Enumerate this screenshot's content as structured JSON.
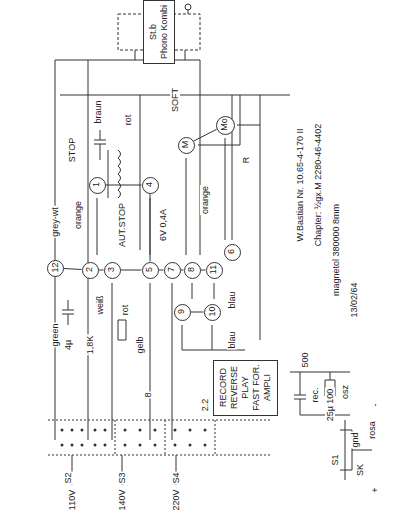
{
  "diagram": {
    "nodes": [
      {
        "text": [
          "St.b",
          "Phono Kombi"
        ]
      },
      {
        "text": [
          "12"
        ]
      },
      {
        "text": [
          "1"
        ]
      },
      {
        "text": [
          "2"
        ]
      },
      {
        "text": [
          "3"
        ]
      },
      {
        "text": [
          "4"
        ]
      },
      {
        "text": [
          "5"
        ]
      },
      {
        "text": [
          "7"
        ]
      },
      {
        "text": [
          "8"
        ]
      },
      {
        "text": [
          "9"
        ]
      },
      {
        "text": [
          "10"
        ]
      },
      {
        "text": [
          "11"
        ]
      },
      {
        "text": [
          "6"
        ]
      },
      {
        "text": [
          "M"
        ]
      },
      {
        "text": [
          "Mo"
        ]
      },
      {
        "text": [
          "RECORD",
          "REVERSE",
          "PLAY",
          "FAST FOR.",
          "AMPLI"
        ]
      }
    ],
    "edges": [
      {
        "from": 1,
        "to": 3,
        "arrow": "none"
      },
      {
        "from": 3,
        "to": 4,
        "arrow": "none"
      },
      {
        "from": 4,
        "to": 6,
        "arrow": "none"
      },
      {
        "from": 6,
        "to": 7,
        "arrow": "none"
      },
      {
        "from": 7,
        "to": 8,
        "arrow": "none"
      },
      {
        "from": 8,
        "to": 11,
        "arrow": "none"
      },
      {
        "from": 2,
        "to": 5,
        "arrow": "none"
      },
      {
        "from": 5,
        "to": 6,
        "arrow": "none"
      },
      {
        "from": 13,
        "to": 14,
        "arrow": "none"
      },
      {
        "from": 9,
        "to": 10,
        "arrow": "none"
      }
    ],
    "labels": [
      "green",
      "grey-wt",
      "STOP",
      "orange",
      "braun",
      "AUT.STOP",
      "rot",
      "6V 0,4A",
      "SOFT",
      "orange",
      "weiß",
      "rot",
      "gelb",
      "blau",
      "blau",
      "R",
      "1,8K",
      "4µ",
      "S2",
      "S3",
      "S4",
      "8",
      "2.2",
      "110V",
      "140V",
      "220V",
      "W.Bastian Nr. 10.65-4-170 II",
      "Chapter: ½gx.M 2280-46-4402",
      "magnetol 380000 8mm",
      "13/02/64",
      "500",
      "rec.",
      "25µ 100",
      "osz",
      "gnd",
      "S1",
      "SK",
      "rosa",
      "+",
      "-"
    ]
  }
}
